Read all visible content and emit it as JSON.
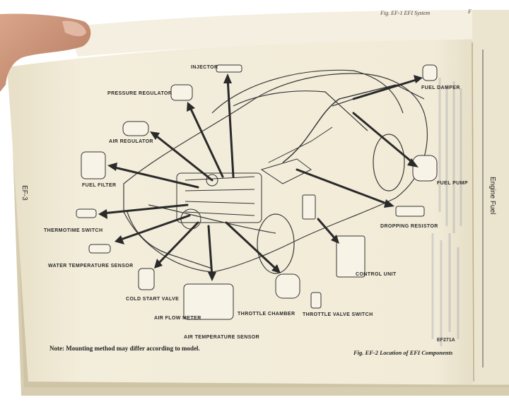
{
  "header": {
    "running_title": "Fig. EF-1 EFI System",
    "page_mark": "F"
  },
  "side": {
    "page_number": "EF-3",
    "section": "Engine Fuel"
  },
  "labels": {
    "injector": "INJECTOR",
    "pressure_regulator": "PRESSURE REGULATOR",
    "air_regulator": "AIR REGULATOR",
    "fuel_filter": "FUEL FILTER",
    "thermotime_switch": "THERMOTIME SWITCH",
    "water_temperature_sensor": "WATER TEMPERATURE SENSOR",
    "cold_start_valve": "COLD START VALVE",
    "air_flow_meter": "AIR FLOW METER",
    "air_temperature_sensor": "AIR TEMPERATURE SENSOR",
    "throttle_chamber": "THROTTLE CHAMBER",
    "throttle_valve_switch": "THROTTLE VALVE SWITCH",
    "control_unit": "CONTROL UNIT",
    "dropping_resistor": "DROPPING RESISTOR",
    "fuel_pump": "FUEL PUMP",
    "fuel_damper": "FUEL DAMPER"
  },
  "figure": {
    "code": "EF271A",
    "caption": "Fig. EF-2  Location of EFI Components",
    "note": "Note:  Mounting method may differ according to model."
  },
  "colors": {
    "page": "#f2ecd9",
    "page_edge": "#d9cfb4",
    "ink": "#2a2a2a",
    "background": "#ffffff",
    "hand": "#c98f74"
  }
}
